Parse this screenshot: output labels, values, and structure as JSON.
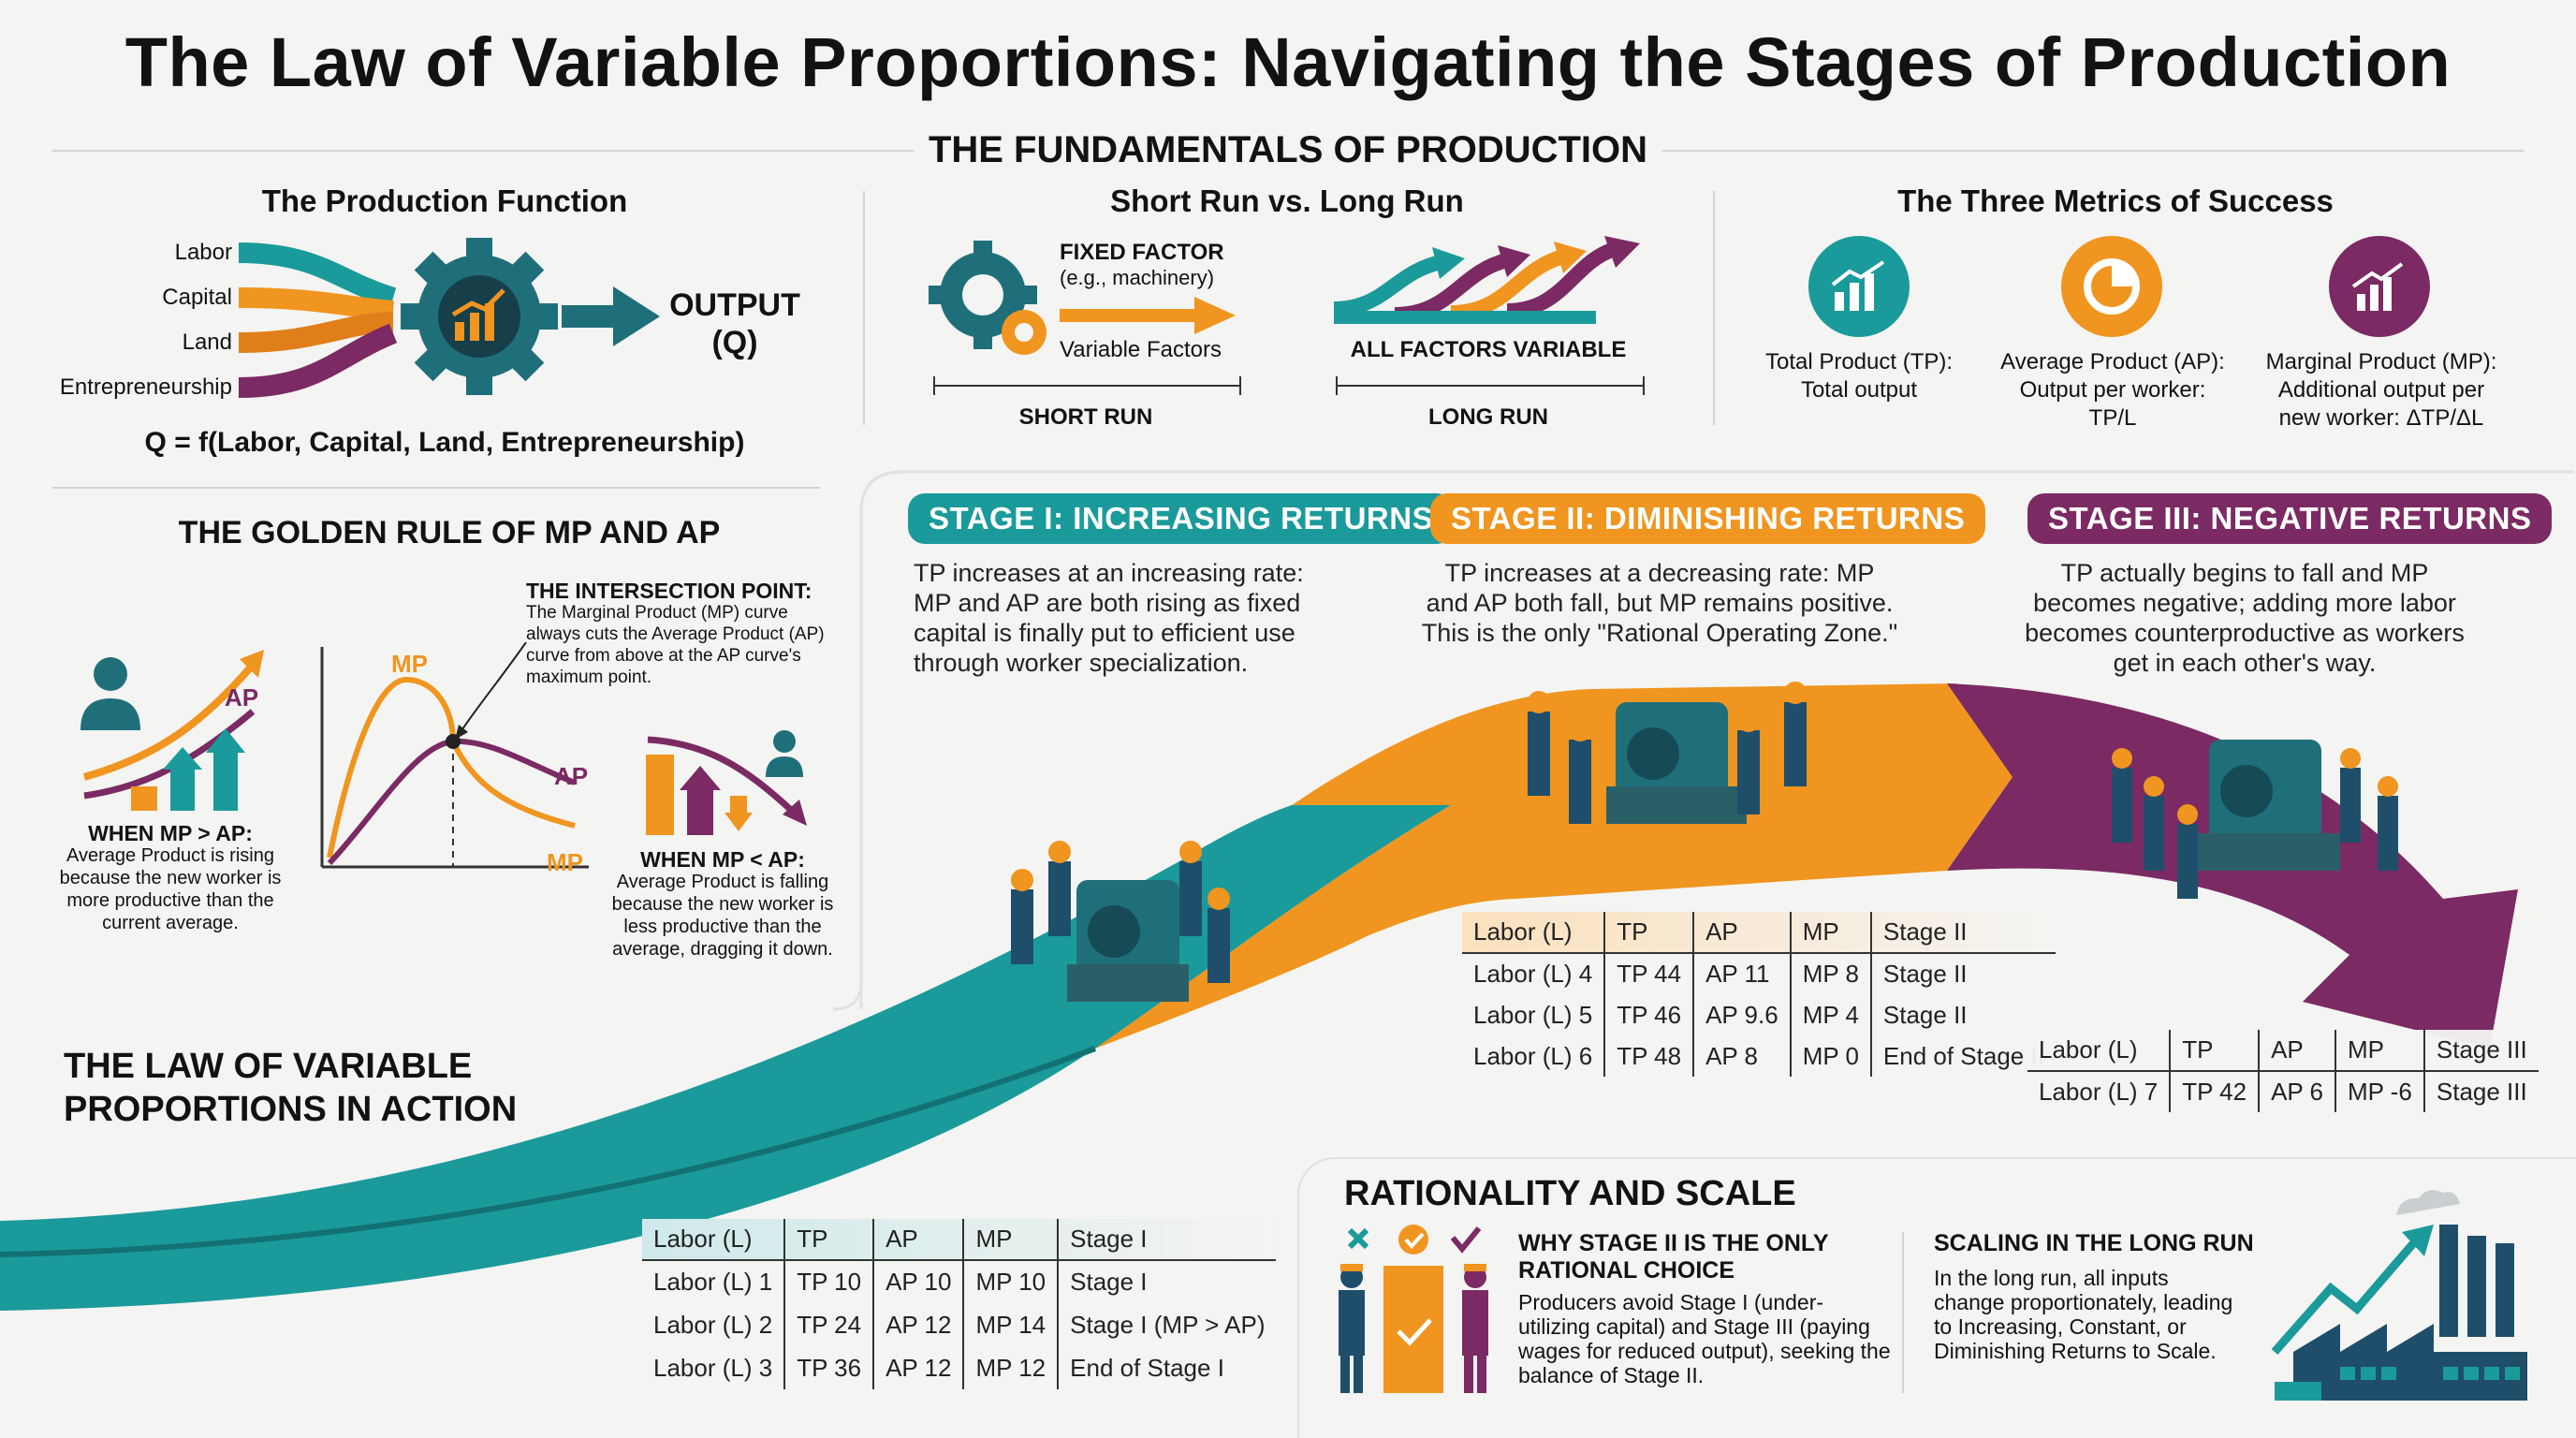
{
  "title": "The Law of Variable Proportions: Navigating the Stages of Production",
  "fundamentals": {
    "heading": "THE FUNDAMENTALS OF PRODUCTION",
    "production_function": {
      "heading": "The Production Function",
      "inputs": [
        "Labor",
        "Capital",
        "Land",
        "Entrepreneurship"
      ],
      "output_label": "OUTPUT",
      "output_symbol": "(Q)",
      "formula": "Q = f(Labor, Capital, Land, Entrepreneurship)"
    },
    "short_long": {
      "heading": "Short Run vs. Long Run",
      "fixed_factor": "FIXED FACTOR",
      "fixed_example": "(e.g., machinery)",
      "variable_factors": "Variable Factors",
      "all_variable": "ALL FACTORS VARIABLE",
      "short_run": "SHORT RUN",
      "long_run": "LONG RUN"
    },
    "metrics": {
      "heading": "The Three Metrics of Success",
      "items": [
        {
          "title": "Total Product (TP):",
          "desc": "Total output",
          "color": "#1b9a9b",
          "icon": "bar-chart-icon"
        },
        {
          "title": "Average Product (AP):",
          "desc": "Output per worker: TP/L",
          "color": "#f0951f",
          "icon": "pie-chart-icon"
        },
        {
          "title": "Marginal Product (MP):",
          "desc": "Additional output per new worker: ΔTP/ΔL",
          "color": "#7b2a63",
          "icon": "growth-chart-icon"
        }
      ]
    }
  },
  "golden_rule": {
    "heading": "THE GOLDEN RULE OF MP AND AP",
    "intersection_title": "THE INTERSECTION POINT:",
    "intersection_text": "The Marginal Product (MP) curve always cuts the Average Product (AP) curve from above at the AP curve's maximum point.",
    "mp_label": "MP",
    "ap_label": "AP",
    "left_title": "WHEN MP > AP:",
    "left_text": "Average Product is rising because the new worker is more productive than the current average.",
    "right_title": "WHEN MP < AP:",
    "right_text": "Average Product is falling because the new worker is less productive than the average, dragging it down."
  },
  "stages": [
    {
      "label": "STAGE I: INCREASING RETURNS",
      "color": "#1b9a9b",
      "text": "TP increases at an increasing rate: MP and AP are both rising as fixed capital is finally put to efficient use through worker specialization."
    },
    {
      "label": "STAGE II: DIMINISHING RETURNS",
      "color": "#f0951f",
      "text": "TP increases at a decreasing rate: MP and AP both fall, but MP remains positive. This is the only \"Rational Operating Zone.\""
    },
    {
      "label": "STAGE III: NEGATIVE RETURNS",
      "color": "#7b2a63",
      "text": "TP actually begins to fall and MP becomes negative; adding more labor becomes counterproductive as workers get in each other's way."
    }
  ],
  "action_heading": "THE LAW OF VARIABLE PROPORTIONS IN ACTION",
  "tables": {
    "stage1": {
      "headers": [
        "Labor (L)",
        "TP",
        "AP",
        "MP",
        "Stage I"
      ],
      "rows": [
        [
          "Labor (L) 1",
          "TP 10",
          "AP 10",
          "MP 10",
          "Stage I"
        ],
        [
          "Labor (L) 2",
          "TP 24",
          "AP 12",
          "MP 14",
          "Stage I (MP > AP)"
        ],
        [
          "Labor (L) 3",
          "TP 36",
          "AP 12",
          "MP 12",
          "End of Stage I"
        ]
      ]
    },
    "stage2": {
      "headers": [
        "Labor (L)",
        "TP",
        "AP",
        "MP",
        "Stage II"
      ],
      "rows": [
        [
          "Labor (L) 4",
          "TP 44",
          "AP 11",
          "MP 8",
          "Stage II"
        ],
        [
          "Labor (L) 5",
          "TP 46",
          "AP 9.6",
          "MP 4",
          "Stage II"
        ],
        [
          "Labor (L) 6",
          "TP 48",
          "AP 8",
          "MP 0",
          "End of Stage II"
        ]
      ]
    },
    "stage3": {
      "headers": [
        "Labor (L)",
        "TP",
        "AP",
        "MP",
        "Stage III"
      ],
      "rows": [
        [
          "Labor (L) 7",
          "TP 42",
          "AP 6",
          "MP -6",
          "Stage III"
        ]
      ]
    }
  },
  "rationality": {
    "heading": "RATIONALITY AND SCALE",
    "why_title": "WHY STAGE II IS THE ONLY RATIONAL CHOICE",
    "why_text": "Producers avoid Stage I (under-utilizing capital) and Stage III (paying wages for reduced output), seeking the balance of Stage II.",
    "scaling_title": "SCALING IN THE LONG RUN",
    "scaling_text": "In the long run, all inputs change proportionately, leading to Increasing, Constant, or Diminishing Returns to Scale."
  }
}
